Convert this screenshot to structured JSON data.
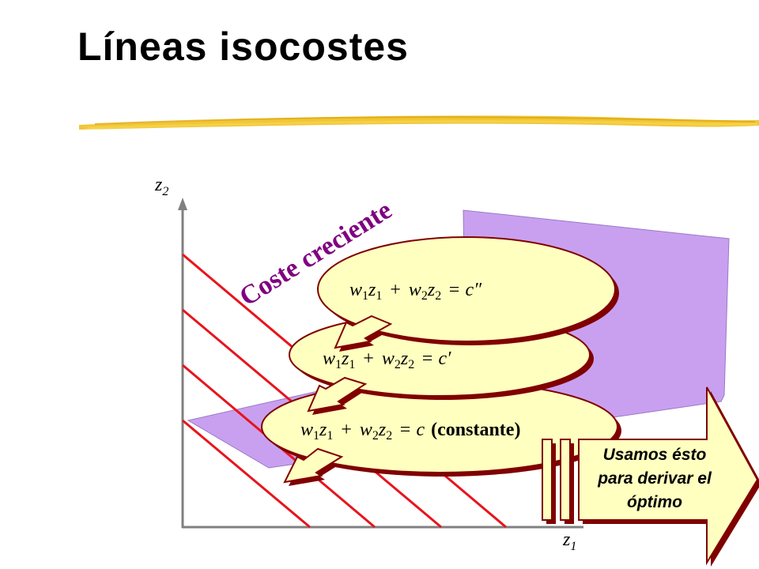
{
  "slide": {
    "title": "Líneas isocostes"
  },
  "axes": {
    "y_label_base": "z",
    "y_label_sub": "2",
    "x_label_base": "z",
    "x_label_sub": "1"
  },
  "arrow_label": "Coste creciente",
  "equations": {
    "top": {
      "var_w": "w",
      "var_z": "z",
      "sub1": "1",
      "sub2": "2",
      "plus": "+",
      "rhs": "= c″",
      "suffix": ""
    },
    "middle": {
      "var_w": "w",
      "var_z": "z",
      "sub1": "1",
      "sub2": "2",
      "plus": "+",
      "rhs": "= c′",
      "suffix": ""
    },
    "bottom": {
      "var_w": "w",
      "var_z": "z",
      "sub1": "1",
      "sub2": "2",
      "plus": "+",
      "rhs": "= c",
      "suffix": "(constante)"
    }
  },
  "callout": {
    "line1": "Usamos ésto",
    "line2": "para derivar el",
    "line3": "óptimo"
  },
  "colors": {
    "isocost_line": "#e8141c",
    "purple_arrow": "#c9a0f0",
    "bubble_fill": "#ffffc0",
    "bubble_outline": "#800000",
    "arrow_text": "#800080",
    "highlight": "#f0c020"
  }
}
